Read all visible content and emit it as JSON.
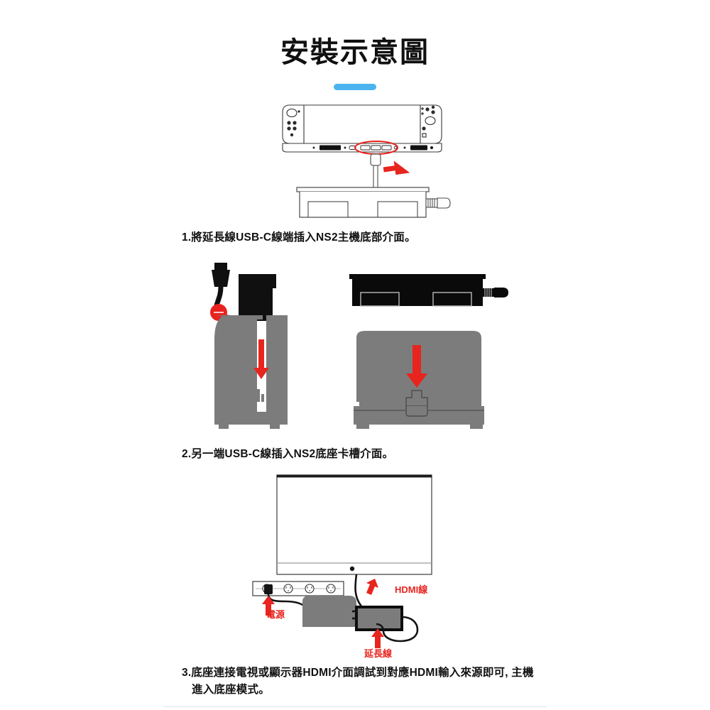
{
  "page": {
    "title": "安裝示意圖",
    "background": "#ffffff"
  },
  "accent": {
    "underline_color": "#4bb4ef",
    "marker_red": "#e8241f",
    "label_red": "#e8241f",
    "device_gray": "#7c7c7c",
    "device_dark": "#000000"
  },
  "steps": [
    {
      "number": "1",
      "caption": "1.將延長線USB-C線端插入NS2主機底部介面。",
      "figure": "console-bottom-port-with-dock-outline"
    },
    {
      "number": "2",
      "caption": "2.另一端USB-C線插入NS2底座卡槽介面。",
      "figure": "cable-into-dock-slot"
    },
    {
      "number": "3",
      "caption_line1": "3.底座連接電視或顯示器HDMI介面調試到對應HDMI輸入來源即可, 主機",
      "caption_line2": "進入底座模式。",
      "figure": "tv-dock-power-wiring"
    }
  ],
  "figure1": {
    "name": "NS2 console bottom view",
    "highlight": "usb-c-port-oval",
    "arrow": "red-arrow-pointing-to-port",
    "cable": "usb-c-extension-cable",
    "base": "dock-base-outline"
  },
  "figure2": {
    "cable_plug": "usb-c-plug",
    "adapter_box": "black-adapter-module",
    "marker": "red-dot",
    "dock_side": "dock-cross-section-side-view",
    "dock_front": "dock-front-view",
    "hub_black": "extension-board-silhouette",
    "arrow_side": "red-down-arrow",
    "arrow_front": "red-down-arrow"
  },
  "figure3": {
    "tv": "television-monitor",
    "power_strip": "power-strip-with-4-sockets",
    "dock": "dock-gray",
    "extender": "extension-hub-box",
    "labels": {
      "hdmi": "HDMI線",
      "power": "電源",
      "extension": "延長線"
    }
  }
}
